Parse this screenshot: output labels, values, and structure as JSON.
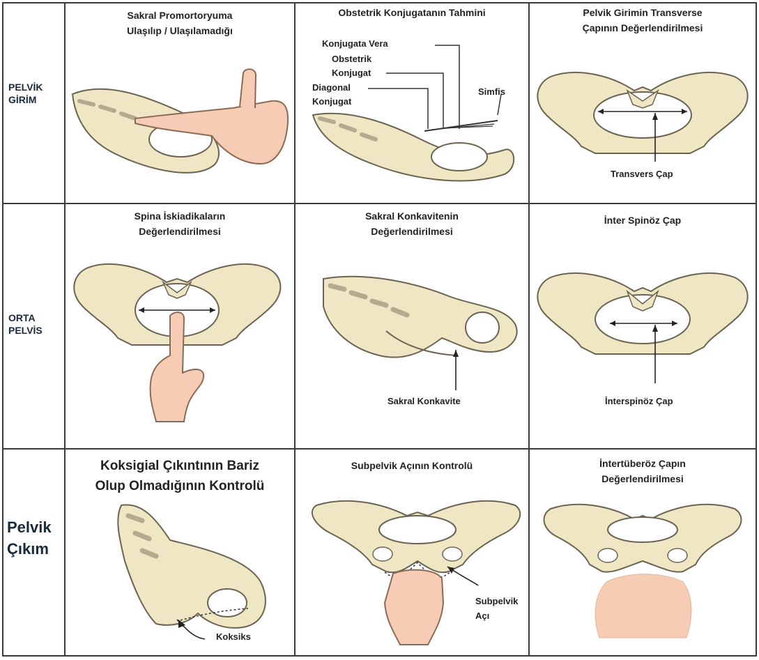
{
  "rows": [
    {
      "label_line1": "PELVİK",
      "label_line2": "GİRİM"
    },
    {
      "label_line1": "ORTA",
      "label_line2": "PELVİS"
    },
    {
      "label_line1": "Pelvik",
      "label_line2": "Çıkım"
    }
  ],
  "cells": {
    "r1c1": {
      "title_line1": "Sakral Promortoryuma",
      "title_line2": "Ulaşılıp / Ulaşılamadığı"
    },
    "r1c2": {
      "title_line1": "Obstetrik Konjugatanın Tahmini",
      "labels": {
        "vera": "Konjugata Vera",
        "obstetrik1": "Obstetrik",
        "obstetrik2": "Konjugat",
        "diagonal1": "Diagonal",
        "diagonal2": "Konjugat",
        "simfis": "Simfis"
      }
    },
    "r1c3": {
      "title_line1": "Pelvik Girimin Transverse",
      "title_line2": "Çapının Değerlendirilmesi",
      "labels": {
        "transvers": "Transvers Çap"
      }
    },
    "r2c1": {
      "title_line1": "Spina İskiadikaların",
      "title_line2": "Değerlendirilmesi"
    },
    "r2c2": {
      "title_line1": "Sakral Konkavitenin",
      "title_line2": "Değerlendirilmesi",
      "labels": {
        "konkavite": "Sakral Konkavite"
      }
    },
    "r2c3": {
      "title_line1": "İnter Spinöz Çap",
      "labels": {
        "interspinoz": "İnterspinöz Çap"
      }
    },
    "r3c1": {
      "title_line1": "Koksigial Çıkıntının Bariz",
      "title_line2": "Olup Olmadığının Kontrolü",
      "labels": {
        "koksiks": "Koksiks"
      }
    },
    "r3c2": {
      "title_line1": "Subpelvik Açının Kontrolü",
      "labels": {
        "subpelvik1": "Subpelvik",
        "subpelvik2": "Açı"
      }
    },
    "r3c3": {
      "title_line1": "İntertüberöz Çapın",
      "title_line2": "Değerlendirilmesi"
    }
  },
  "colors": {
    "bone": "#efe6c4",
    "bone_outline": "#6b6352",
    "skin": "#f6cdb4",
    "skin_outline": "#8a6a55",
    "grid": "#3a3a3a"
  }
}
